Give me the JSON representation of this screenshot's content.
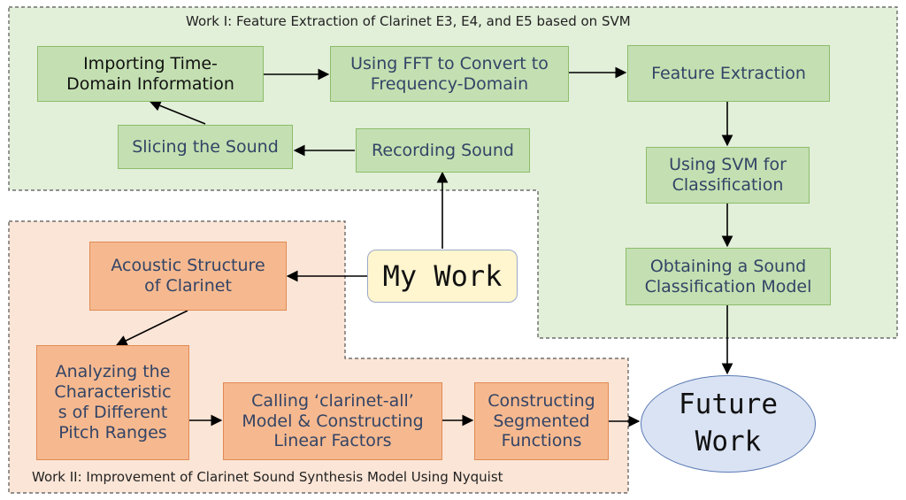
{
  "work1": {
    "title": "Work I: Feature Extraction of Clarinet E3, E4, and E5 based on SVM",
    "nodes": {
      "import": "Importing Time-\nDomain Information",
      "fft": "Using FFT to Convert to\nFrequency-Domain",
      "feature": "Feature Extraction",
      "slicing": "Slicing the Sound",
      "recording": "Recording Sound",
      "svm": "Using SVM for\nClassification",
      "model": "Obtaining a Sound\nClassification Model"
    }
  },
  "work2": {
    "title": "Work II: Improvement of Clarinet Sound Synthesis Model Using Nyquist",
    "nodes": {
      "acoustic": "Acoustic Structure\nof Clarinet",
      "analyzing": "Analyzing the\nCharacteristic\ns of Different\nPitch Ranges",
      "calling": "Calling ‘clarinet-all’\nModel & Constructing\nLinear Factors",
      "segmented": "Constructing\nSegmented\nFunctions"
    }
  },
  "center": {
    "my_work": "My Work"
  },
  "future": {
    "label": "Future\nWork"
  },
  "colors": {
    "green_fill": "#c4e0b2",
    "orange_fill": "#f6b98f",
    "region_green": "#e2efd9",
    "region_orange": "#fbe5d6",
    "my_work_fill": "#fff5cf",
    "future_fill": "#dae3f3"
  }
}
